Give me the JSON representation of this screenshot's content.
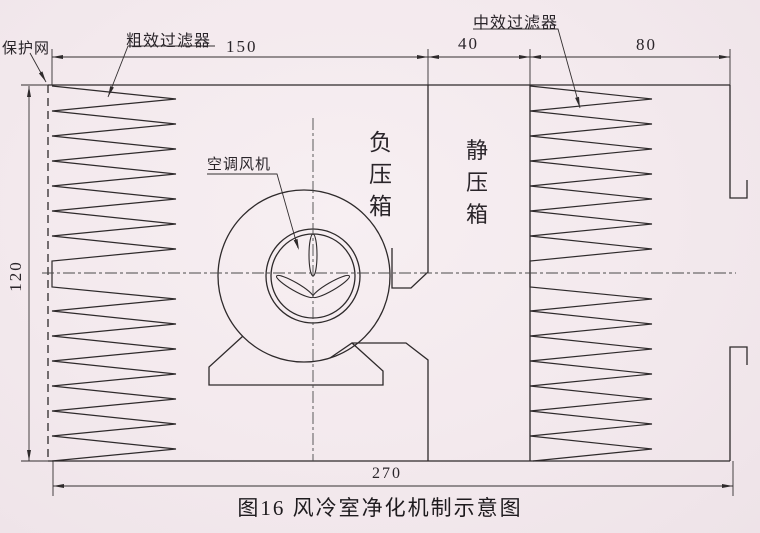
{
  "figure": {
    "caption": "图16 风冷室净化机制示意图"
  },
  "labels": {
    "protective_net": "保护网",
    "coarse_filter": "粗效过滤器",
    "medium_filter": "中效过滤器",
    "ac_fan": "空调风机",
    "negative_pressure_box": "负压箱",
    "negative_pressure_box_chars": [
      "负",
      "压",
      "箱"
    ],
    "static_pressure_box": "静压箱",
    "static_pressure_box_chars": [
      "静",
      "压",
      "箱"
    ]
  },
  "dimensions": {
    "top_left_width": "150",
    "top_middle_width": "40",
    "top_right_width": "80",
    "left_height": "120",
    "bottom_width": "270"
  },
  "colors": {
    "paper": "#f3e9ed",
    "line": "#2e2a2b",
    "centerline": "#4a4a4a",
    "text": "#2a252a"
  }
}
